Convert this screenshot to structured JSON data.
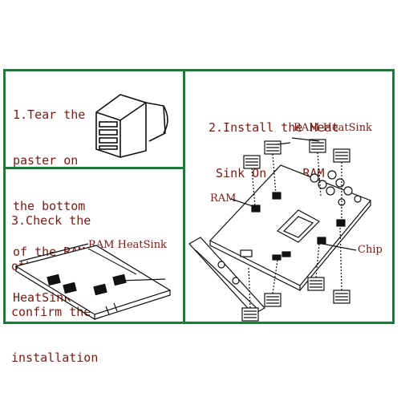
{
  "steps": {
    "step1": [
      "1.Tear the",
      "paster on",
      "the bottom",
      "of the RAM",
      "HeatSink"
    ],
    "step2": [
      "2.Install the Heat",
      " Sink On the RAM"
    ],
    "step3": [
      "3.Check the",
      "other side and",
      "confirm the",
      "installation"
    ]
  },
  "labels": {
    "ram_heatsink_top": "RAM HeatSink",
    "ram": "RAM",
    "chip": "Chip",
    "ram_heatsink_bottom": "RAM HeatSink"
  },
  "colors": {
    "frame": "#1c7a3a",
    "text": "#7a1a12"
  }
}
